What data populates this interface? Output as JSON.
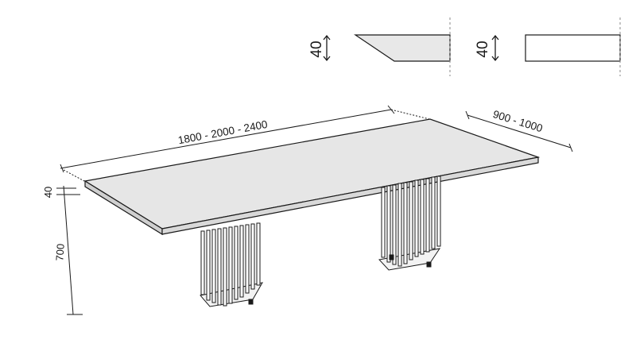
{
  "dimensions": {
    "length": "1800 - 2000 - 2400",
    "depth": "900 - 1000",
    "top_thickness": "40",
    "height": "700"
  },
  "edge_details": {
    "bevel_thickness": "40",
    "square_thickness": "40"
  },
  "colors": {
    "line": "#1a1a1a",
    "tabletop_fill": "#e6e6e6",
    "edge_fill": "#cfcfcf",
    "dash": "#888888"
  }
}
